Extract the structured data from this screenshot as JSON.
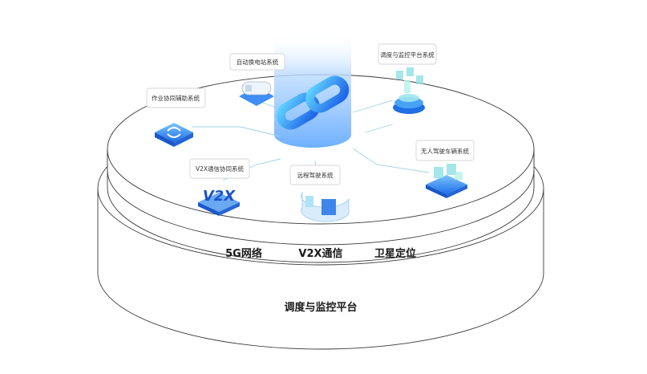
{
  "layers": {
    "top": [
      {
        "label": "5G网络"
      },
      {
        "label": "V2X通信"
      },
      {
        "label": "卫星定位"
      }
    ],
    "bottom": {
      "label": "调度与监控平台"
    }
  },
  "modules": [
    {
      "key": "auto-swap",
      "label": "自动换电站系统",
      "icon": "battery-swap-station-icon"
    },
    {
      "key": "dispatch",
      "label": "调度与监控平台系统",
      "icon": "monitor-platform-icon"
    },
    {
      "key": "cooperation",
      "label": "作业协同辅助系统",
      "icon": "cooperation-icon"
    },
    {
      "key": "v2x",
      "label": "V2X通信协同系统",
      "icon": "v2x-icon",
      "icon_text": "V2X"
    },
    {
      "key": "remote",
      "label": "远程驾驶系统",
      "icon": "remote-driving-icon"
    },
    {
      "key": "autonomous",
      "label": "无人驾驶车辆系统",
      "icon": "autonomous-vehicle-icon"
    }
  ],
  "center": {
    "icon": "chain-link-logo-icon"
  },
  "colors": {
    "primary": "#1f7cf0",
    "light": "#7fc2ff",
    "beam": "#a9d4ff",
    "line": "#9bd3ea",
    "stroke": "#3a3a3a"
  }
}
